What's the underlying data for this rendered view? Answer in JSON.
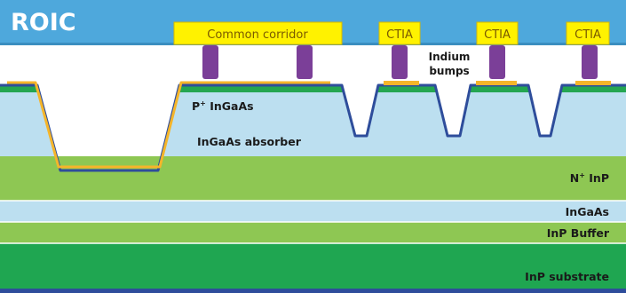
{
  "roic": {
    "label": "ROIC",
    "color": "#4ea8dc"
  },
  "pads": {
    "common_corridor": "Common corridor",
    "ctia_1": "CTIA",
    "ctia_2": "CTIA",
    "ctia_3": "CTIA",
    "color": "#fff200"
  },
  "bumps": {
    "label_line1": "Indium",
    "label_line2": "bumps",
    "color": "#7b3f98"
  },
  "layers": {
    "p_ingaas": {
      "prefix": "P",
      "sup": "+",
      "suffix": " InGaAs",
      "color": "#24a651"
    },
    "absorber": {
      "label": "InGaAs absorber",
      "color": "#bcdff0"
    },
    "n_inp": {
      "prefix": "N",
      "sup": "+",
      "suffix": " InP",
      "color": "#8ec753"
    },
    "ingaas": {
      "label": "InGaAs",
      "color": "#bcdff0"
    },
    "inp_buffer": {
      "label": "InP Buffer",
      "color": "#8ec753"
    },
    "inp_substrate": {
      "label": "InP substrate",
      "color": "#1fa651"
    }
  },
  "outline": {
    "passivation_color": "#2e4d9b",
    "metal_color": "#f5b52a"
  }
}
